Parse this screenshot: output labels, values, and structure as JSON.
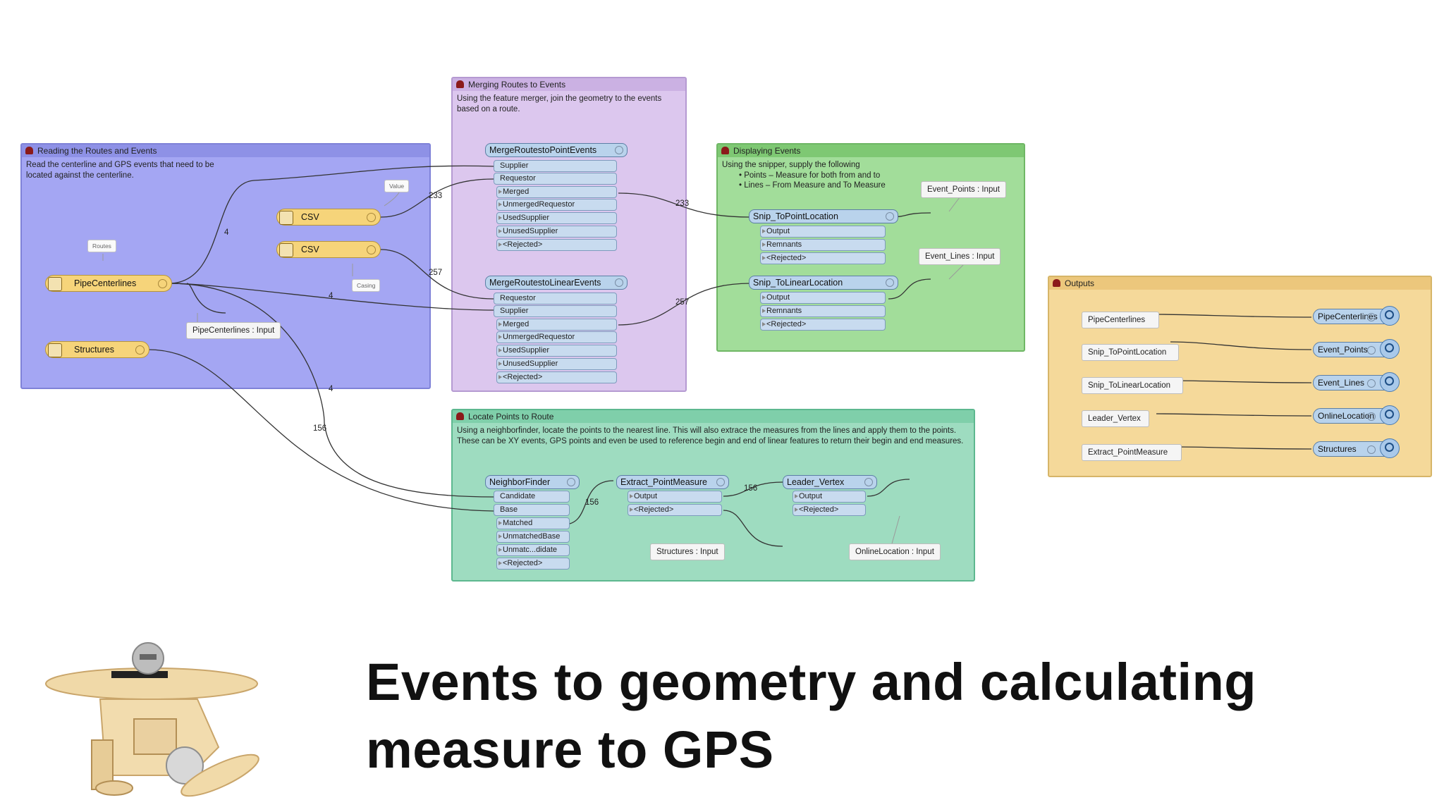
{
  "bookmarks": {
    "reading": {
      "title": "Reading the Routes and Events",
      "description": "Read the centerline and GPS events that need to be located against the centerline.",
      "readers": [
        "CSV",
        "CSV",
        "PipeCenterlines",
        "Structures"
      ],
      "tags": [
        "Value",
        "Routes",
        "Casing"
      ],
      "note": "PipeCenterlines : Input"
    },
    "merging": {
      "title": "Merging Routes to Events",
      "description": "Using the feature merger, join the geometry to the events based on a route.",
      "point_merger": {
        "name": "MergeRoutestoPointEvents",
        "ports": [
          "Supplier",
          "Requestor",
          "Merged",
          "UnmergedRequestor",
          "UsedSupplier",
          "UnusedSupplier",
          "<Rejected>"
        ]
      },
      "linear_merger": {
        "name": "MergeRoutestoLinearEvents",
        "ports": [
          "Requestor",
          "Supplier",
          "Merged",
          "UnmergedRequestor",
          "UsedSupplier",
          "UnusedSupplier",
          "<Rejected>"
        ]
      }
    },
    "displaying": {
      "title": "Displaying Events",
      "description_intro": "Using the snipper, supply the following",
      "bullets": [
        "• Points – Measure for both from and to",
        "• Lines – From Measure and To Measure"
      ],
      "point_snipper": {
        "name": "Snip_ToPointLocation",
        "ports": [
          "Output",
          "Remnants",
          "<Rejected>"
        ]
      },
      "linear_snipper": {
        "name": "Snip_ToLinearLocation",
        "ports": [
          "Output",
          "Remnants",
          "<Rejected>"
        ]
      },
      "notes": [
        "Event_Points : Input",
        "Event_Lines : Input"
      ]
    },
    "outputs": {
      "title": "Outputs",
      "sources": [
        "PipeCenterlines",
        "Snip_ToPointLocation",
        "Snip_ToLinearLocation",
        "Leader_Vertex",
        "Extract_PointMeasure"
      ],
      "writers": [
        "PipeCenterlines",
        "Event_Points",
        "Event_Lines",
        "OnlineLocation",
        "Structures"
      ]
    },
    "locate": {
      "title": "Locate Points to Route",
      "description": "Using a neighborfinder, locate the points to the nearest line.  This will also extrace the measures from the lines and apply them to the points.  These can be XY events, GPS points and even be used to reference begin and end of linear features to return their begin and end measures.",
      "neighbor": {
        "name": "NeighborFinder",
        "ports": [
          "Candidate",
          "Base",
          "Matched",
          "UnmatchedBase",
          "Unmatc...didate",
          "<Rejected>"
        ]
      },
      "extract": {
        "name": "Extract_PointMeasure",
        "ports": [
          "Output",
          "<Rejected>"
        ]
      },
      "leader": {
        "name": "Leader_Vertex",
        "ports": [
          "Output",
          "<Rejected>"
        ]
      },
      "notes": [
        "Structures : Input",
        "OnlineLocation : Input"
      ]
    }
  },
  "feature_counts": [
    "4",
    "233",
    "257",
    "4",
    "233",
    "257",
    "4",
    "156",
    "156",
    "156"
  ],
  "headline": "Events to geometry and calculating measure to GPS",
  "colors": {
    "reading": "#a4a6f3",
    "merging": "#dcc7ee",
    "displaying": "#a2dd9a",
    "outputs": "#f5d99a",
    "locate": "#9edcc0",
    "transformer": "#b9d3ec",
    "reader": "#f6d47a"
  }
}
